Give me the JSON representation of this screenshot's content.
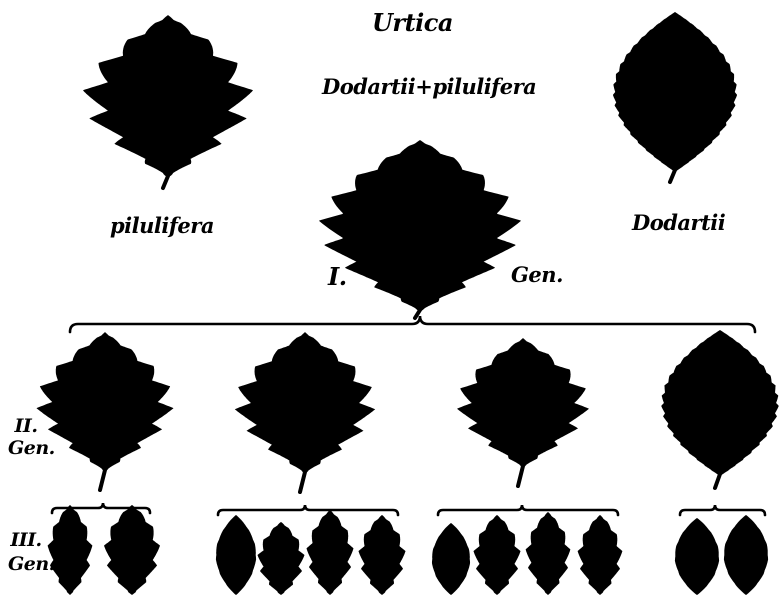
{
  "title": "Urtica",
  "subtitle": "Dodartii+pilulifera",
  "parents": {
    "left": "pilulifera",
    "right": "Dodartii"
  },
  "generations": {
    "g1_numeral": "I.",
    "g1_word": "Gen.",
    "g2": "II. Gen.",
    "g3": "III. Gen."
  },
  "colors": {
    "ink": "#000000",
    "paper": "#ffffff"
  }
}
